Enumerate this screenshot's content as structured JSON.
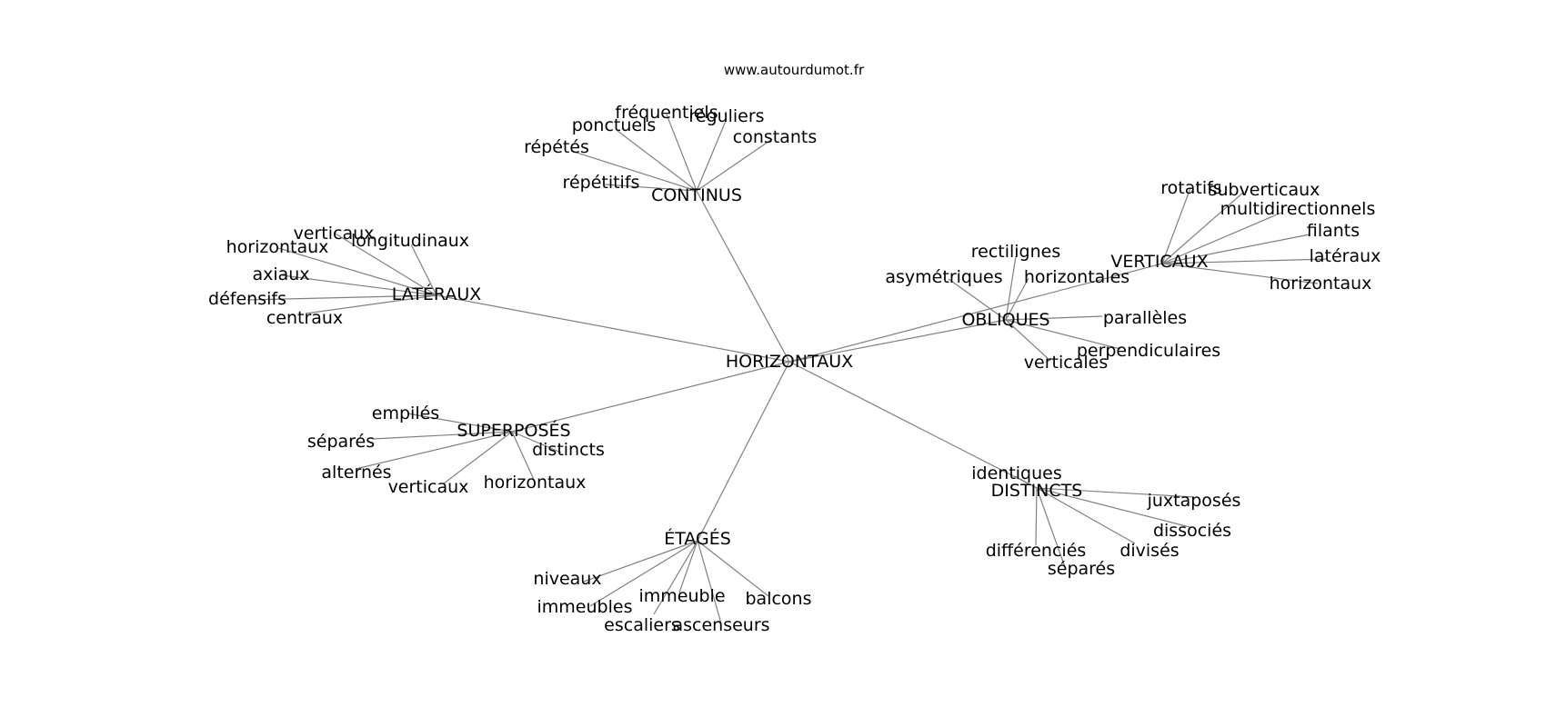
{
  "watermark": "www.autourdumot.fr",
  "colors": {
    "edge": "#808080",
    "text": "#000000",
    "background": "#ffffff"
  },
  "graph": {
    "center": "HORIZONTAUX",
    "clusters": [
      {
        "hub": "CONTINUS",
        "leaves": [
          "fréquentiels",
          "réguliers",
          "ponctuels",
          "constants",
          "répétés",
          "répétitifs"
        ]
      },
      {
        "hub": "LATÉRAUX",
        "leaves": [
          "verticaux",
          "longitudinaux",
          "horizontaux",
          "axiaux",
          "défensifs",
          "centraux"
        ]
      },
      {
        "hub": "OBLIQUES",
        "leaves": [
          "rectilignes",
          "asymétriques",
          "horizontales",
          "parallèles",
          "perpendiculaires",
          "verticales"
        ]
      },
      {
        "hub": "VERTICAUX",
        "leaves": [
          "rotatifs",
          "subverticaux",
          "multidirectionnels",
          "filants",
          "latéraux",
          "horizontaux"
        ]
      },
      {
        "hub": "SUPERPOSÉS",
        "leaves": [
          "empilés",
          "séparés",
          "distincts",
          "alternés",
          "verticaux",
          "horizontaux"
        ]
      },
      {
        "hub": "DISTINCTS",
        "leaves": [
          "identiques",
          "juxtaposés",
          "dissociés",
          "différenciés",
          "divisés",
          "séparés"
        ]
      },
      {
        "hub": "ÉTAGÉS",
        "leaves": [
          "niveaux",
          "immeubles",
          "immeuble",
          "balcons",
          "escaliers",
          "ascenseurs"
        ]
      }
    ]
  }
}
